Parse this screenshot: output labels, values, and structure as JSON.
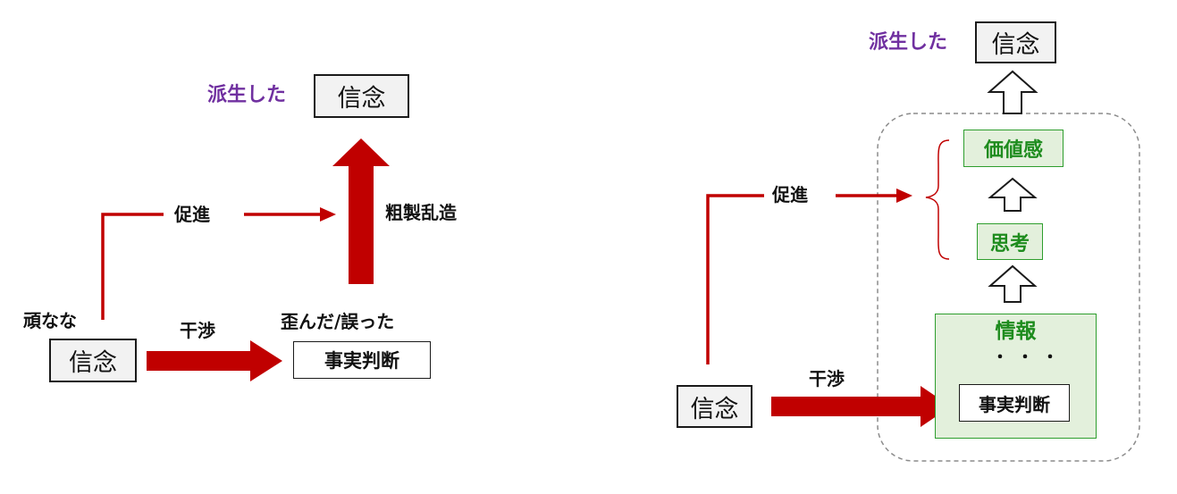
{
  "colors": {
    "arrow_red": "#c00000",
    "derived_label": "#7030a0",
    "green_text": "#1e8c1e",
    "green_fill": "#e3f0dc",
    "dashed_border": "#8c8c8c"
  },
  "left": {
    "derived_label": "派生した",
    "derived_belief": "信念",
    "promote": "促進",
    "mass_production": "粗製乱造",
    "stubborn": "頑なな",
    "belief": "信念",
    "interfere": "干渉",
    "distorted": "歪んだ/誤った",
    "fact_judgment": "事実判断"
  },
  "right": {
    "derived_label": "派生した",
    "derived_belief": "信念",
    "value_sense": "価値感",
    "thinking": "思考",
    "promote": "促進",
    "information": "情報",
    "ellipsis": "・・・",
    "fact_judgment": "事実判断",
    "belief": "信念",
    "interfere": "干渉"
  }
}
